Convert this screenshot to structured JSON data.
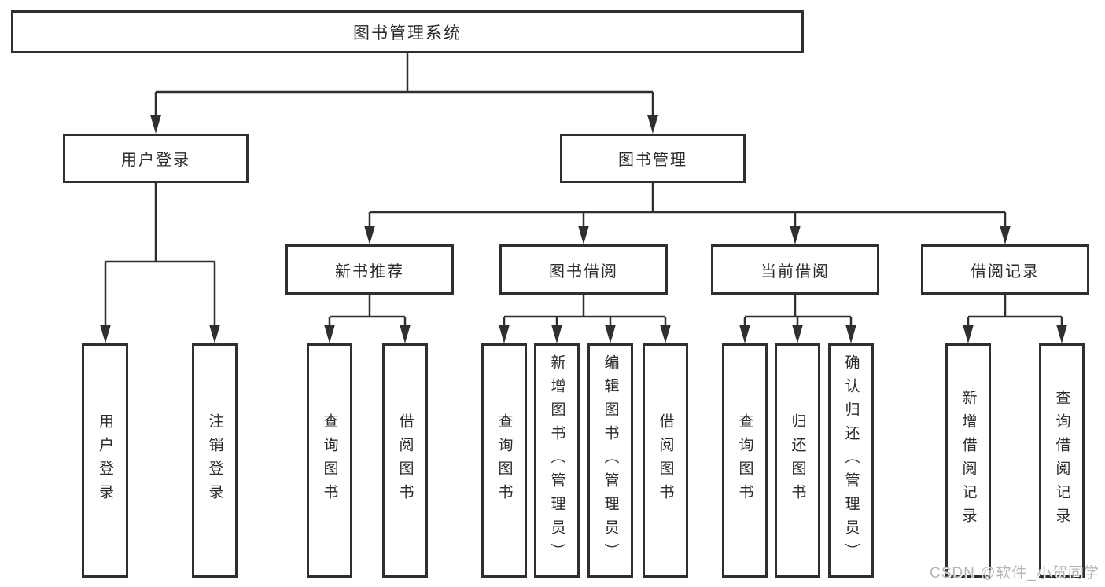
{
  "diagram": {
    "type": "hierarchy",
    "root": {
      "label": "图书管理系统"
    },
    "level2": [
      {
        "label": "用户登录"
      },
      {
        "label": "图书管理"
      }
    ],
    "level3": [
      {
        "label": "新书推荐"
      },
      {
        "label": "图书借阅"
      },
      {
        "label": "当前借阅"
      },
      {
        "label": "借阅记录"
      }
    ],
    "leaves": [
      {
        "label": "用户登录",
        "parent": "用户登录"
      },
      {
        "label": "注销登录",
        "parent": "用户登录"
      },
      {
        "label": "查询图书",
        "parent": "新书推荐"
      },
      {
        "label": "借阅图书",
        "parent": "新书推荐"
      },
      {
        "label": "查询图书",
        "parent": "图书借阅"
      },
      {
        "label": "新增图书（管理员）",
        "parent": "图书借阅"
      },
      {
        "label": "编辑图书（管理员）",
        "parent": "图书借阅"
      },
      {
        "label": "借阅图书",
        "parent": "图书借阅"
      },
      {
        "label": "查询图书",
        "parent": "当前借阅"
      },
      {
        "label": "归还图书",
        "parent": "当前借阅"
      },
      {
        "label": "确认归还（管理员）",
        "parent": "当前借阅"
      },
      {
        "label": "新增借阅记录",
        "parent": "借阅记录"
      },
      {
        "label": "查询借阅记录",
        "parent": "借阅记录"
      }
    ],
    "watermark": "CSDN @软件_小贺同学",
    "colors": {
      "line": "#2f2f2f",
      "text": "#2b2b2b",
      "box_background": "#ffffff",
      "watermark": "#b5b5b5",
      "background": "#ffffff"
    }
  }
}
